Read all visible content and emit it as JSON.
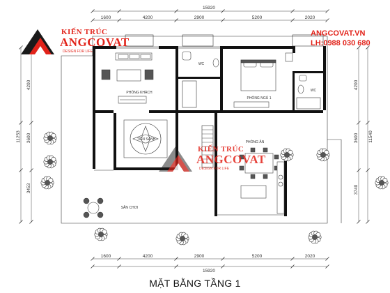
{
  "brand": {
    "logo_top": "KIẾN TRÚC",
    "logo_name": "ANGCOVAT",
    "logo_tagline": "DESIGN FOR LIFE",
    "accent_color": "#e2231a",
    "dark_color": "#1a1a1a"
  },
  "contact": {
    "website": "ANGCOVAT.VN",
    "phone": "LH:0988 030 680"
  },
  "title": "MẶT BẰNG TẦNG 1",
  "dimensions": {
    "top_total": "15920",
    "top_segments": [
      "1600",
      "4200",
      "2900",
      "5200",
      "2020"
    ],
    "bottom_total": "15920",
    "bottom_segments": [
      "1600",
      "4200",
      "2900",
      "5200",
      "2020"
    ],
    "left_total": "11253",
    "left_segments": [
      "4200",
      "3600",
      "3453"
    ],
    "right_total": "11540",
    "right_segments": [
      "4200",
      "3600",
      "3740"
    ]
  },
  "rooms": {
    "living": "PHÒNG KHÁCH",
    "foyer": "TIỀN SẢNH",
    "bedroom": "PHÒNG NGỦ 1",
    "dining": "PHÒNG ĂN",
    "wc_left": "WC",
    "wc_right": "WC",
    "yard": "SÂN CHƠI"
  },
  "icons": {
    "logo": "triangle-logo-icon",
    "tree": "tree-icon",
    "bed": "bed-icon",
    "sofa": "sofa-icon",
    "dining_table": "dining-table-icon",
    "stair": "stair-icon",
    "outdoor_table": "outdoor-table-icon"
  }
}
